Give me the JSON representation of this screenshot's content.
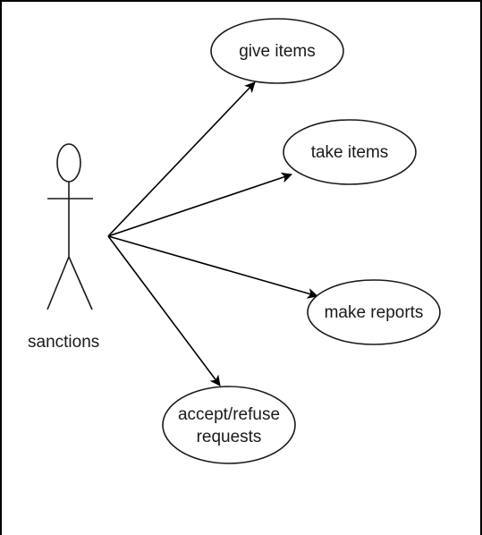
{
  "diagram": {
    "actor": {
      "name": "sanctions"
    },
    "use_cases": [
      {
        "lines": [
          "give items"
        ]
      },
      {
        "lines": [
          "take items"
        ]
      },
      {
        "lines": [
          "make reports"
        ]
      },
      {
        "lines": [
          "accept/refuse",
          "requests"
        ]
      }
    ]
  }
}
